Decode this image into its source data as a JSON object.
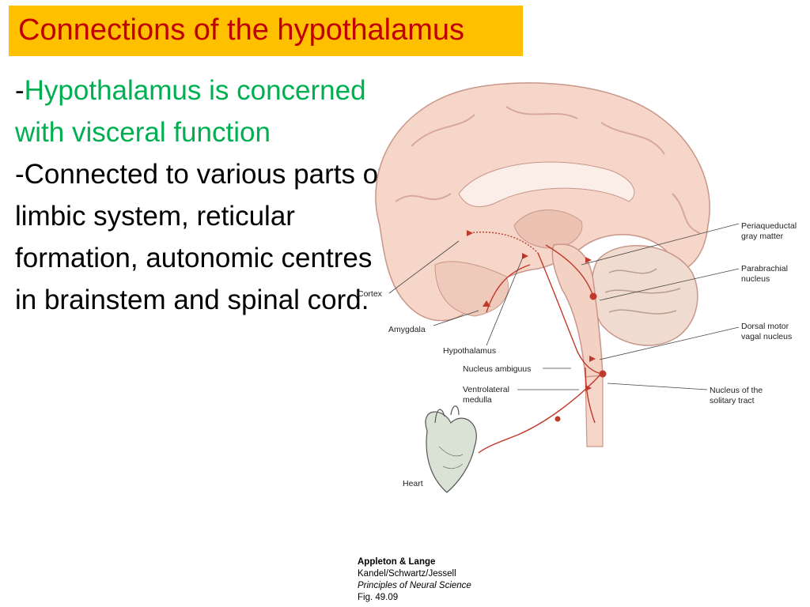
{
  "title": "Connections of the hypothalamus",
  "bullets": {
    "b1_dash": "-",
    "b1_text": "Hypothalamus is concerned with visceral function",
    "b2_text": "-Connected to various parts of limbic system, reticular formation, autonomic centres in brainstem and spinal cord."
  },
  "figure": {
    "labels": {
      "cortex": "Cortex",
      "amygdala": "Amygdala",
      "hypothalamus": "Hypothalamus",
      "nucleus_ambiguus": "Nucleus ambiguus",
      "ventrolateral_1": "Ventrolateral",
      "ventrolateral_2": "medulla",
      "heart": "Heart",
      "periaqueductal_1": "Periaqueductal",
      "periaqueductal_2": "gray matter",
      "parabrachial_1": "Parabrachial",
      "parabrachial_2": "nucleus",
      "dorsal_motor_1": "Dorsal motor",
      "dorsal_motor_2": "vagal nucleus",
      "solitary_1": "Nucleus of the",
      "solitary_2": "solitary tract"
    },
    "colors": {
      "brain": "#f5d6c8",
      "brain_outline": "#c9968a",
      "pathway": "#c0392b",
      "heart": "#d9e2d5"
    }
  },
  "credit": {
    "publisher": "Appleton & Lange",
    "authors": "Kandel/Schwartz/Jessell",
    "book": "Principles of Neural Science",
    "fig": "Fig. 49.09"
  }
}
